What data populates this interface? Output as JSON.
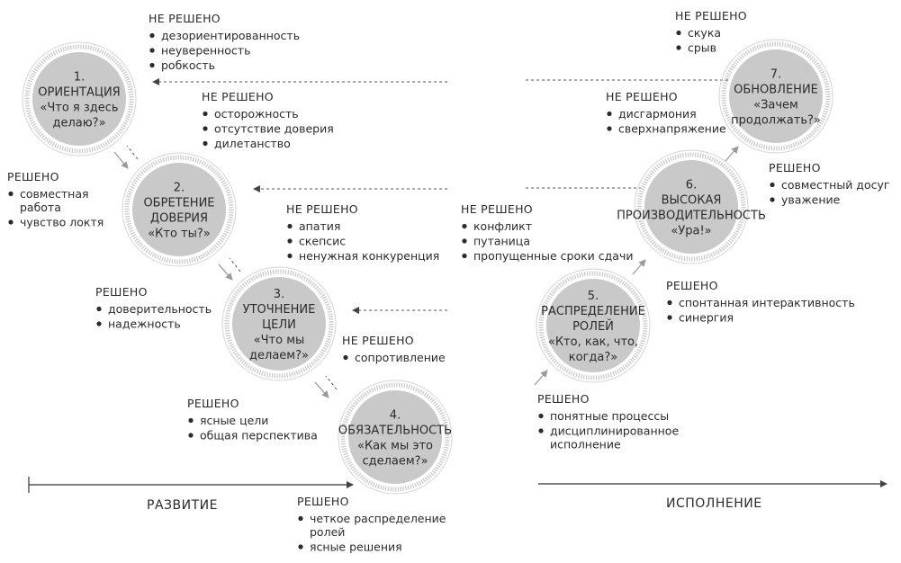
{
  "stages": [
    {
      "number": "1.",
      "name": [
        "ОРИЕНТАЦИЯ"
      ],
      "question": [
        "«Что я здесь",
        "делаю?»"
      ]
    },
    {
      "number": "2.",
      "name": [
        "ОБРЕТЕНИЕ",
        "ДОВЕРИЯ"
      ],
      "question": [
        "«Кто ты?»"
      ]
    },
    {
      "number": "3.",
      "name": [
        "УТОЧНЕНИЕ",
        "ЦЕЛИ"
      ],
      "question": [
        "«Что мы",
        "делаем?»"
      ]
    },
    {
      "number": "4.",
      "name": [
        "ОБЯЗАТЕЛЬНОСТЬ"
      ],
      "question": [
        "«Как мы это",
        "сделаем?»"
      ]
    },
    {
      "number": "5.",
      "name": [
        "РАСПРЕДЕЛЕНИЕ",
        "РОЛЕЙ"
      ],
      "question": [
        "«Кто, как, что,",
        "когда?»"
      ]
    },
    {
      "number": "6.",
      "name": [
        "ВЫСОКАЯ",
        "ПРОИЗВОДИТЕЛЬНОСТЬ"
      ],
      "question": [
        "«Ура!»"
      ]
    },
    {
      "number": "7.",
      "name": [
        "ОБНОВЛЕНИЕ"
      ],
      "question": [
        "«Зачем",
        "продолжать?»"
      ]
    }
  ],
  "notes": [
    {
      "header": "НЕ РЕШЕНО",
      "items": [
        [
          "дезориентированность"
        ],
        [
          "неуверенность"
        ],
        [
          "робкость"
        ]
      ]
    },
    {
      "header": "РЕШЕНО",
      "items": [
        [
          "совместная",
          "работа"
        ],
        [
          "чувство локтя"
        ]
      ]
    },
    {
      "header": "НЕ РЕШЕНО",
      "items": [
        [
          "осторожность"
        ],
        [
          "отсутствие доверия"
        ],
        [
          "дилетанство"
        ]
      ]
    },
    {
      "header": "РЕШЕНО",
      "items": [
        [
          "доверительность"
        ],
        [
          "надежность"
        ]
      ]
    },
    {
      "header": "НЕ РЕШЕНО",
      "items": [
        [
          "апатия"
        ],
        [
          "скепсис"
        ],
        [
          "ненужная конкуренция"
        ]
      ]
    },
    {
      "header": "РЕШЕНО",
      "items": [
        [
          "ясные цели"
        ],
        [
          "общая перспектива"
        ]
      ]
    },
    {
      "header": "НЕ РЕШЕНО",
      "items": [
        [
          "сопротивление"
        ]
      ]
    },
    {
      "header": "РЕШЕНО",
      "items": [
        [
          "четкое распределение",
          "ролей"
        ],
        [
          "ясные решения"
        ]
      ]
    },
    {
      "header": "НЕ РЕШЕНО",
      "items": [
        [
          "конфликт"
        ],
        [
          "путаница"
        ],
        [
          "пропущенные сроки сдачи"
        ]
      ]
    },
    {
      "header": "РЕШЕНО",
      "items": [
        [
          "понятные процессы"
        ],
        [
          "дисциплинированное",
          "исполнение"
        ]
      ]
    },
    {
      "header": "НЕ РЕШЕНО",
      "items": [
        [
          "дисгармония"
        ],
        [
          "сверхнапряжение"
        ]
      ]
    },
    {
      "header": "РЕШЕНО",
      "items": [
        [
          "спонтанная интерактивность"
        ],
        [
          "синергия"
        ]
      ]
    },
    {
      "header": "НЕ РЕШЕНО",
      "items": [
        [
          "скука"
        ],
        [
          "срыв"
        ]
      ]
    },
    {
      "header": "РЕШЕНО",
      "items": [
        [
          "совместный досуг"
        ],
        [
          "уважение"
        ]
      ]
    }
  ],
  "axis": {
    "development": "РАЗВИТИЕ",
    "execution": "ИСПОЛНЕНИЕ"
  }
}
